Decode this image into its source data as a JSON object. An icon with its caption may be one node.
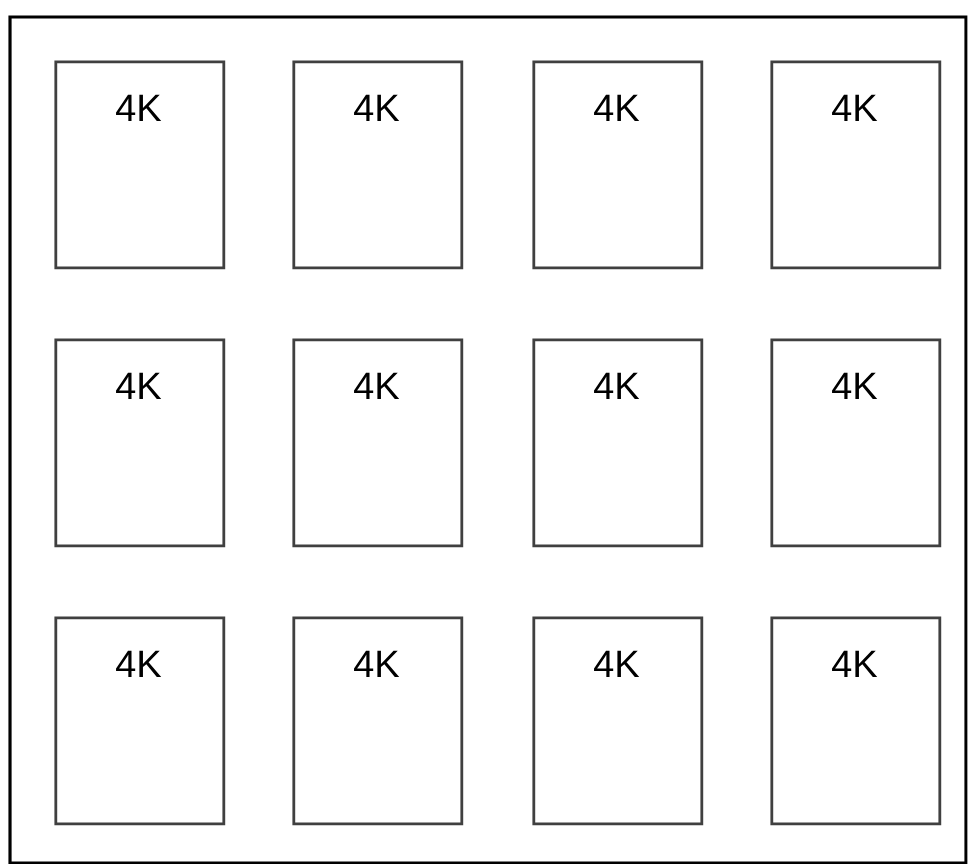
{
  "diagram": {
    "nodes": [
      {
        "text": [],
        "shape": "box"
      },
      {
        "text": [
          "4K"
        ],
        "in": 0
      },
      {
        "text": [
          "4K"
        ],
        "in": 0
      },
      {
        "text": [
          "4K"
        ],
        "in": 0
      },
      {
        "text": [
          "4K"
        ],
        "in": 0
      },
      {
        "text": [
          "4K"
        ],
        "in": 0
      },
      {
        "text": [
          "4K"
        ],
        "in": 0
      },
      {
        "text": [
          "4K"
        ],
        "in": 0
      },
      {
        "text": [
          "4K"
        ],
        "in": 0
      },
      {
        "text": [
          "4K"
        ],
        "in": 0
      },
      {
        "text": [
          "4K"
        ],
        "in": 0
      },
      {
        "text": [
          "4K"
        ],
        "in": 0
      },
      {
        "text": [
          "4K"
        ],
        "in": 0
      }
    ]
  }
}
